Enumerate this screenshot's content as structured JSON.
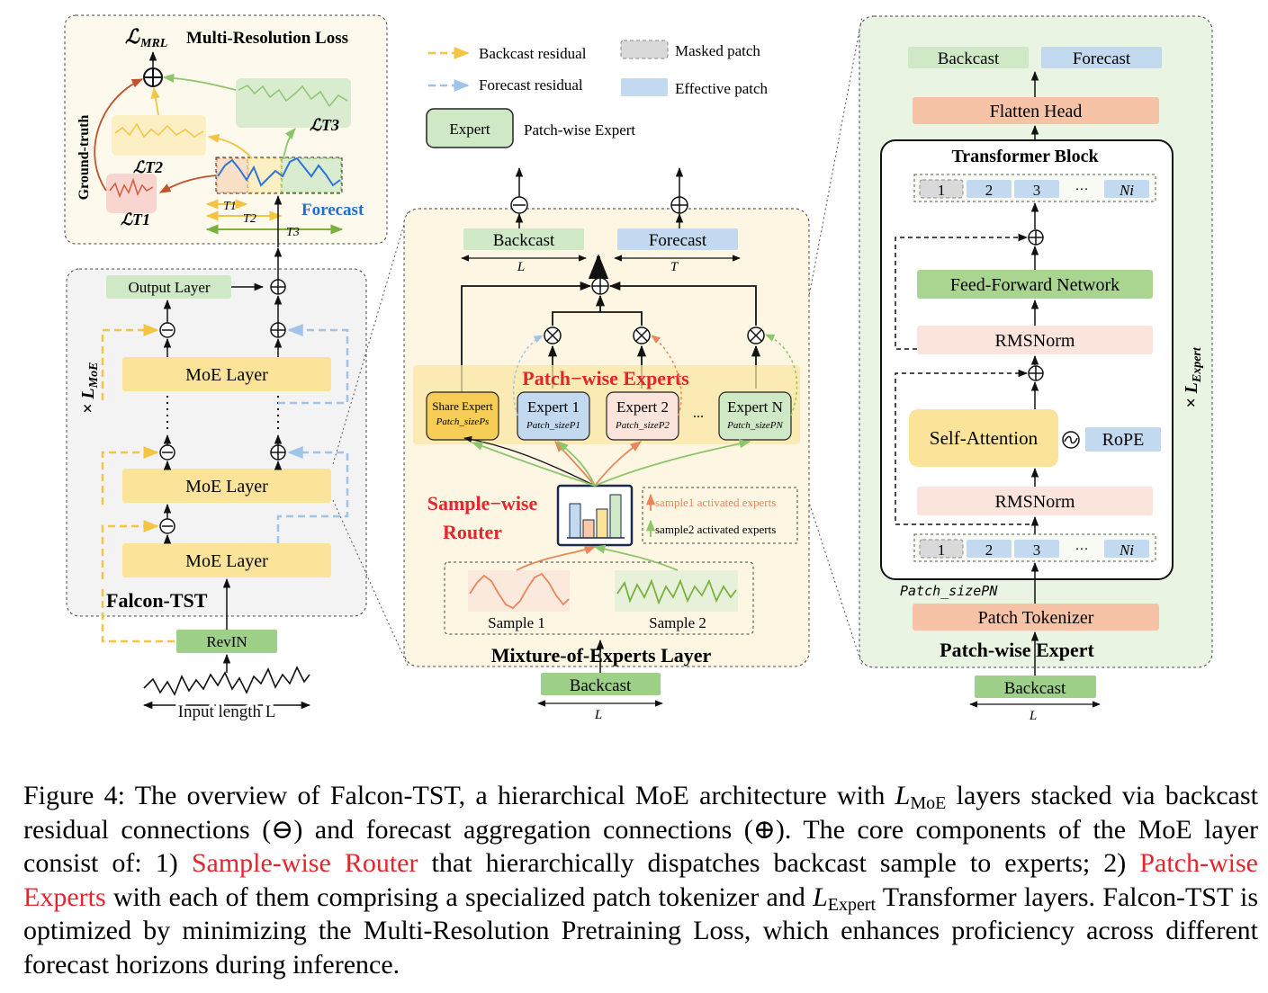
{
  "legend": {
    "backcast_residual": "Backcast residual",
    "forecast_residual": "Forecast residual",
    "masked_patch": "Masked patch",
    "effective_patch": "Effective patch",
    "expert_box": "Expert",
    "patch_wise_expert": "Patch-wise Expert"
  },
  "mrl_panel": {
    "loss_symbol": "ℒ",
    "loss_sub": "MRL",
    "title": "Multi-Resolution Loss",
    "ground_truth": "Ground-truth",
    "forecast": "Forecast",
    "loss_t1": "ℒT1",
    "loss_t2": "ℒT2",
    "loss_t3": "ℒT3",
    "t1": "T1",
    "t2": "T2",
    "t3": "T3"
  },
  "falcon_panel": {
    "title": "Falcon-TST",
    "output_layer": "Output Layer",
    "moe_layer": "MoE Layer",
    "repeat": "× L",
    "repeat_sub": "MoE",
    "revin": "RevIN",
    "input_length": "Input length L"
  },
  "moe_panel": {
    "title": "Mixture-of-Experts Layer",
    "backcast": "Backcast",
    "forecast": "Forecast",
    "l": "L",
    "t": "T",
    "experts_title": "Patch−wise Experts",
    "share_expert": "Share Expert",
    "share_patch": "Patch_sizePs",
    "expert1": "Expert 1",
    "expert1_patch": "Patch_sizeP1",
    "expert2": "Expert 2",
    "expert2_patch": "Patch_sizeP2",
    "expertn": "Expert N",
    "expertn_patch": "Patch_sizePN",
    "dots": "...",
    "router_line1": "Sample−wise",
    "router_line2": "Router",
    "sample1_activated": "sample1 activated experts",
    "sample2_activated": "sample2 activated experts",
    "sample1": "Sample 1",
    "sample2": "Sample 2",
    "input_backcast": "Backcast",
    "input_l": "L"
  },
  "expert_panel": {
    "title": "Patch-wise Expert",
    "backcast": "Backcast",
    "forecast": "Forecast",
    "flatten_head": "Flatten Head",
    "transformer_block": "Transformer Block",
    "patch1": "1",
    "patch2": "2",
    "patch3": "3",
    "dots": "···",
    "patch_ni": "Ni",
    "ffn": "Feed-Forward Network",
    "rmsnorm": "RMSNorm",
    "self_attention": "Self-Attention",
    "rope": "RoPE",
    "patch_size": "Patch_sizePN",
    "patch_tokenizer": "Patch Tokenizer",
    "repeat": "× L",
    "repeat_sub": "Expert",
    "input_backcast": "Backcast",
    "input_l": "L"
  },
  "caption": {
    "part1": "Figure 4: The overview of Falcon-TST, a hierarchical MoE architecture with ",
    "lmoe_l": "L",
    "lmoe_sub": "MoE",
    "part2": " layers stacked via backcast residual connections (⊖) and forecast aggregation connections (⊕). The core components of the MoE layer consist of: 1) ",
    "router": "Sample-wise Router",
    "part3": " that hierarchically dispatches backcast sample to experts; 2) ",
    "experts": "Patch-wise Experts",
    "part4": " with each of them comprising a specialized patch tokenizer and ",
    "lexp_l": "L",
    "lexp_sub": "Expert",
    "part5": " Transformer layers. Falcon-TST is optimized by minimizing the Multi-Resolution Pretraining Loss, which enhances proficiency across different forecast horizons during inference."
  },
  "colors": {
    "green": "#cfe9c6",
    "blue": "#c3d9ef",
    "yellow": "#fbe39a",
    "salmon": "#f7c9a8",
    "pink": "#fbe4db",
    "red_text": "#e3262b",
    "blue_text": "#1f6fd1",
    "backcast_residual": "#f4c542",
    "forecast_residual": "#9fc4e8"
  }
}
